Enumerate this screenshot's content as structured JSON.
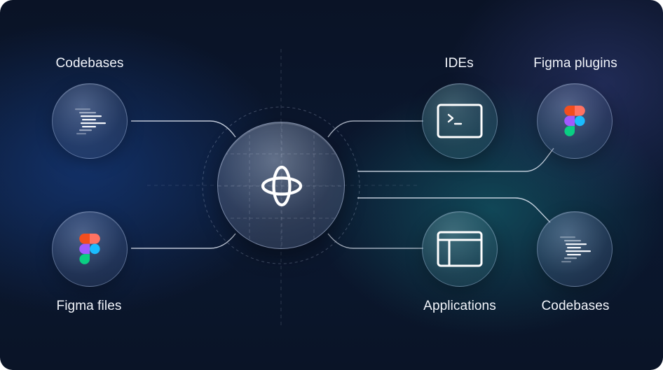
{
  "labels": {
    "codebases_left": "Codebases",
    "figma_files": "Figma files",
    "ides": "IDEs",
    "figma_plugins": "Figma plugins",
    "applications": "Applications",
    "codebases_right": "Codebases"
  },
  "icons": {
    "codebases_left": "code-lines-icon",
    "figma_files": "figma-logo-icon",
    "hub": "knot-logo-icon",
    "ides": "terminal-icon",
    "figma_plugins": "figma-logo-icon",
    "applications": "app-window-icon",
    "codebases_right": "code-lines-icon"
  },
  "colors": {
    "background": "#0b1830",
    "line": "#d8e2f2",
    "figma_red": "#f24e1e",
    "figma_orange": "#ff7262",
    "figma_purple": "#a259ff",
    "figma_blue": "#1abcfe",
    "figma_green": "#0acf83"
  }
}
